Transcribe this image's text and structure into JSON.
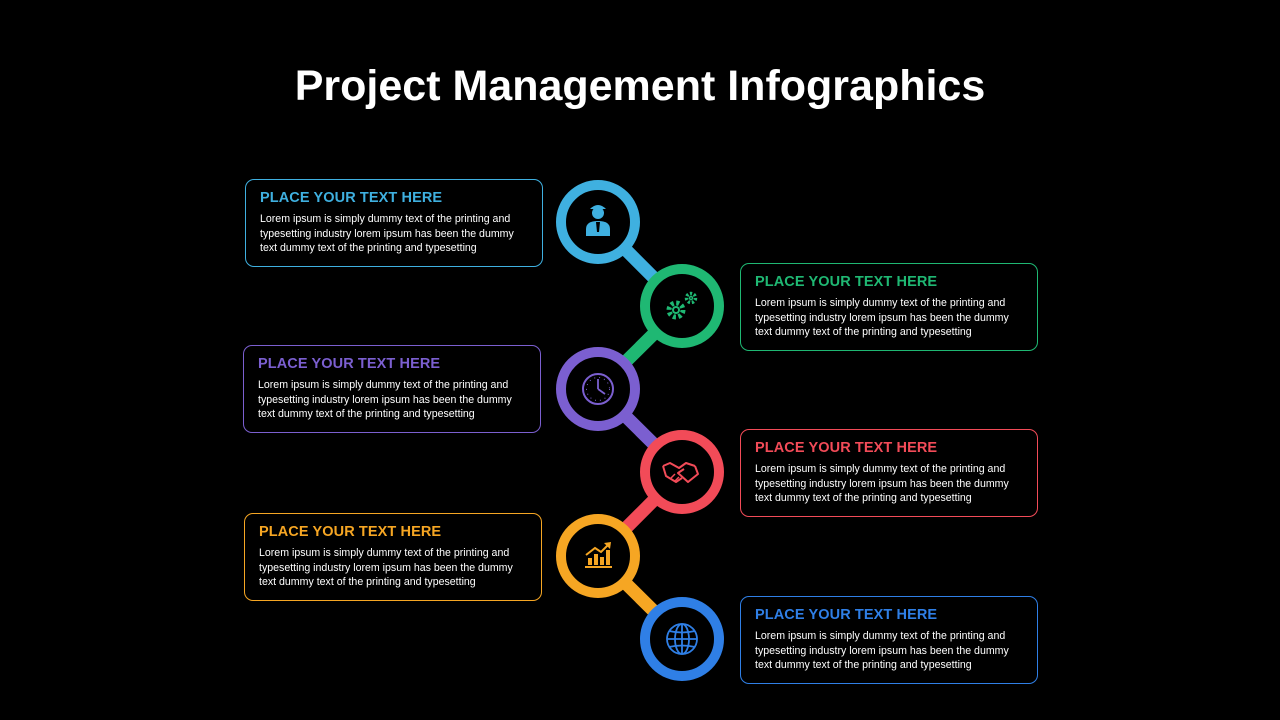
{
  "title": "Project Management Infographics",
  "steps": [
    {
      "heading": "PLACE YOUR TEXT HERE",
      "body": "Lorem ipsum is simply dummy text of the printing and typesetting industry lorem ipsum has been the dummy text dummy text of the printing and typesetting",
      "color": "#3fb0e0",
      "icon": "businessman-icon"
    },
    {
      "heading": "PLACE YOUR TEXT HERE",
      "body": "Lorem ipsum is simply dummy text of the printing and typesetting industry lorem ipsum has been the dummy text dummy text of the printing and typesetting",
      "color": "#1fb873",
      "icon": "gears-icon"
    },
    {
      "heading": "PLACE YOUR TEXT HERE",
      "body": "Lorem ipsum is simply dummy text of the printing and typesetting industry lorem ipsum has been the dummy text dummy text of the printing and typesetting",
      "color": "#7b5fd0",
      "icon": "clock-icon"
    },
    {
      "heading": "PLACE YOUR TEXT HERE",
      "body": "Lorem ipsum is simply dummy text of the printing and typesetting industry lorem ipsum has been the dummy text dummy text of the printing and typesetting",
      "color": "#f24b58",
      "icon": "handshake-icon"
    },
    {
      "heading": "PLACE YOUR TEXT HERE",
      "body": "Lorem ipsum is simply dummy text of the printing and typesetting industry lorem ipsum has been the dummy text dummy text of the printing and typesetting",
      "color": "#f6a623",
      "icon": "growth-chart-icon"
    },
    {
      "heading": "PLACE YOUR TEXT HERE",
      "body": "Lorem ipsum is simply dummy text of the printing and typesetting industry lorem ipsum has been the dummy text dummy text of the printing and typesetting",
      "color": "#2f7fe6",
      "icon": "globe-icon"
    }
  ]
}
